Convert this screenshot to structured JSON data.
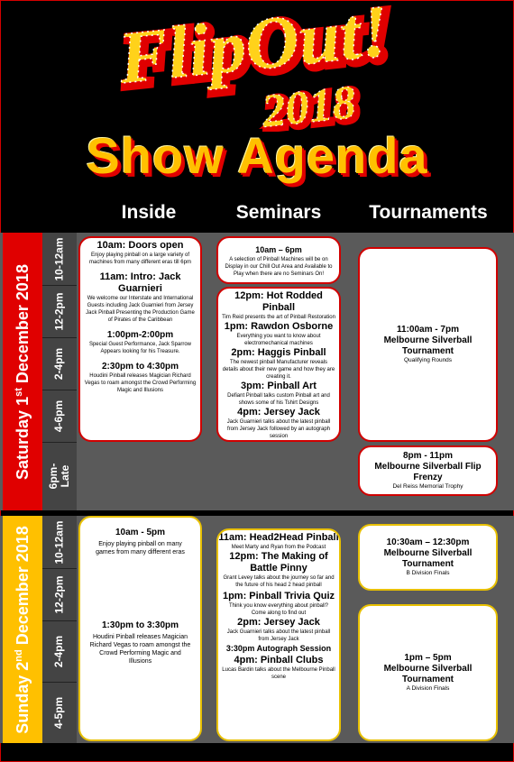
{
  "header": {
    "logo_line1": "FlipOut!",
    "logo_line2": "2018",
    "title": "Show Agenda"
  },
  "columns": [
    "Inside",
    "Seminars",
    "Tournaments"
  ],
  "colors": {
    "red": "#e00000",
    "yellow": "#ffc000",
    "band": "#5a5a5a"
  },
  "saturday": {
    "label_pre": "Saturday 1",
    "label_sup": "st",
    "label_post": " December 2018",
    "times": [
      "10-12am",
      "12-2pm",
      "2-4pm",
      "4-6pm",
      "6pm-Late"
    ],
    "inside": [
      {
        "title": "10am: Doors open",
        "desc": "Enjoy playing pinball on a large variety of machines from many different eras till 6pm"
      },
      {
        "title": "11am: Intro: Jack Guarnieri",
        "desc": "We welcome our Interstate and International Guests including Jack Guarnieri from Jersey Jack Pinball Presenting the Production Game of Pirates of the Caribbean"
      },
      {
        "title": "1:00pm-2:00pm",
        "desc": "Special Guest Performance, Jack Sparrow Appears looking for his Treasure."
      },
      {
        "title": "2:30pm to 4:30pm",
        "desc": "Houdini Pinball releases Magician Richard Vegas to roam amongst the Crowd Performing Magic and Illusions"
      }
    ],
    "seminar_top": {
      "title": "10am – 6pm",
      "desc": "A selection of Pinball Machines will be on Display in our Chill Out Area and Available to Play when there are no Seminars On!"
    },
    "seminars": [
      {
        "title": "12pm: Hot Rodded Pinball",
        "desc": "Tim Reid presents the art of Pinball Restoration"
      },
      {
        "title": "1pm: Rawdon Osborne",
        "desc": "Everything you want to know about electromechanical machines"
      },
      {
        "title": "2pm: Haggis Pinball",
        "desc": "The newest pinball Manufacturer reveals details about their new game and how they are creating it."
      },
      {
        "title": "3pm: Pinball Art",
        "desc": "Defiant Pinball talks custom Pinball art and shows some of his Tshirt Designs"
      },
      {
        "title": "4pm: Jersey Jack",
        "desc": "Jack Guarnieri talks about the latest pinball from Jersey Jack followed by an autograph session"
      }
    ],
    "tournaments": [
      {
        "time": "11:00am - 7pm",
        "name": "Melbourne Silverball Tournament",
        "desc": "Qualifying Rounds"
      },
      {
        "time": "8pm - 11pm",
        "name": "Melbourne Silverball Flip Frenzy",
        "desc": "Del Reiss Memorial Trophy"
      }
    ]
  },
  "sunday": {
    "label_pre": "Sunday 2",
    "label_sup": "nd",
    "label_post": " December 2018",
    "times": [
      "10-12am",
      "12-2pm",
      "2-4pm",
      "4-5pm"
    ],
    "inside": [
      {
        "title": "10am - 5pm",
        "desc": "Enjoy playing pinball on many games from many different eras"
      },
      {
        "title": "1:30pm to 3:30pm",
        "desc": "Houdini Pinball releases Magician Richard Vegas to roam amongst the Crowd Performing Magic and Illusions"
      }
    ],
    "seminars": [
      {
        "title": "11am: Head2Head Pinball",
        "desc": "Meet Marty and Ryan from the Podcast"
      },
      {
        "title": "12pm: The Making of Battle Pinny",
        "desc": "Grant Levey talks about the journey so far and the future of his head 2 head pinball"
      },
      {
        "title": "1pm: Pinball Trivia Quiz",
        "desc": "Think you know everything about pinball? Come along to find out"
      },
      {
        "title": "2pm: Jersey Jack",
        "desc": "Jack Guarnieri talks about the latest pinball from Jersey Jack"
      },
      {
        "title": "3:30pm Autograph Session",
        "desc": ""
      },
      {
        "title": "4pm: Pinball Clubs",
        "desc": "Lucas Bardin talks about the Melbourne Pinball scene"
      }
    ],
    "tournaments": [
      {
        "time": "10:30am – 12:30pm",
        "name": "Melbourne Silverball Tournament",
        "desc": "B Division Finals"
      },
      {
        "time": "1pm – 5pm",
        "name": "Melbourne Silverball Tournament",
        "desc": "A Division Finals"
      }
    ]
  }
}
